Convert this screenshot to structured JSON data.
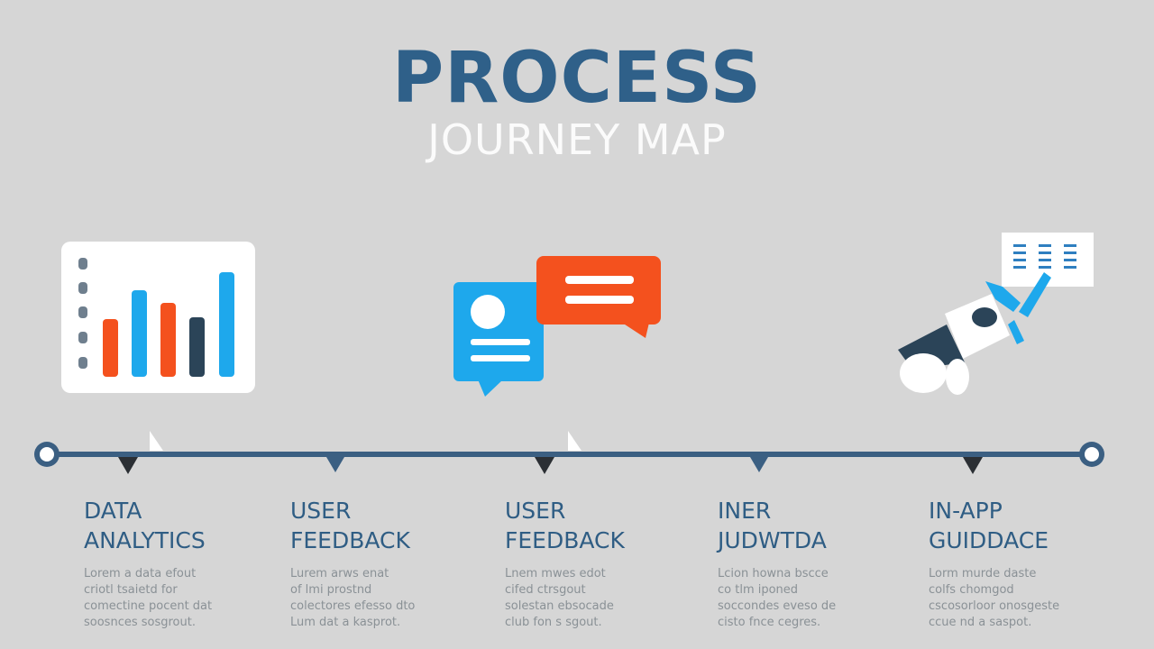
{
  "header": {
    "title": "PROCESS",
    "subtitle": "JOURNEY MAP"
  },
  "colors": {
    "background": "#d6d6d6",
    "title": "#2f6089",
    "line": "#3b5f82",
    "orange": "#f4511e",
    "blue": "#1ea8ec",
    "navy": "#2b4458"
  },
  "icons": {
    "chart": "bar-chart-icon",
    "feedback": "chat-bubbles-icon",
    "guidance": "robot-figure-icon"
  },
  "steps": [
    {
      "title": "DATA\nANALYTICS",
      "description": "Lorem a data efout\ncriotl tsaietd for\ncomectine pocent dat\nsoosnces sosgrout."
    },
    {
      "title": "USER\nFEEDBACK",
      "description": "Lurem arws enat\nof lmi prostnd\ncolectores efesso dto\nLum dat a kasprot."
    },
    {
      "title": "USER\nFEEDBACK",
      "description": "Lnem mwes edot\ncifed ctrsgout\nsolestan ebsocade\nclub fon s sgout."
    },
    {
      "title": "INER\nJUDWTDA",
      "description": "Lcion howna bscce\nco tlm iponed\nsoccondes eveso de\ncisto fnce cegres."
    },
    {
      "title": "IN-APP\nGUIDDACE",
      "description": "Lorm murde daste\ncolfs chomgod\ncscosorloor onosgeste\nccue nd a saspot."
    }
  ]
}
